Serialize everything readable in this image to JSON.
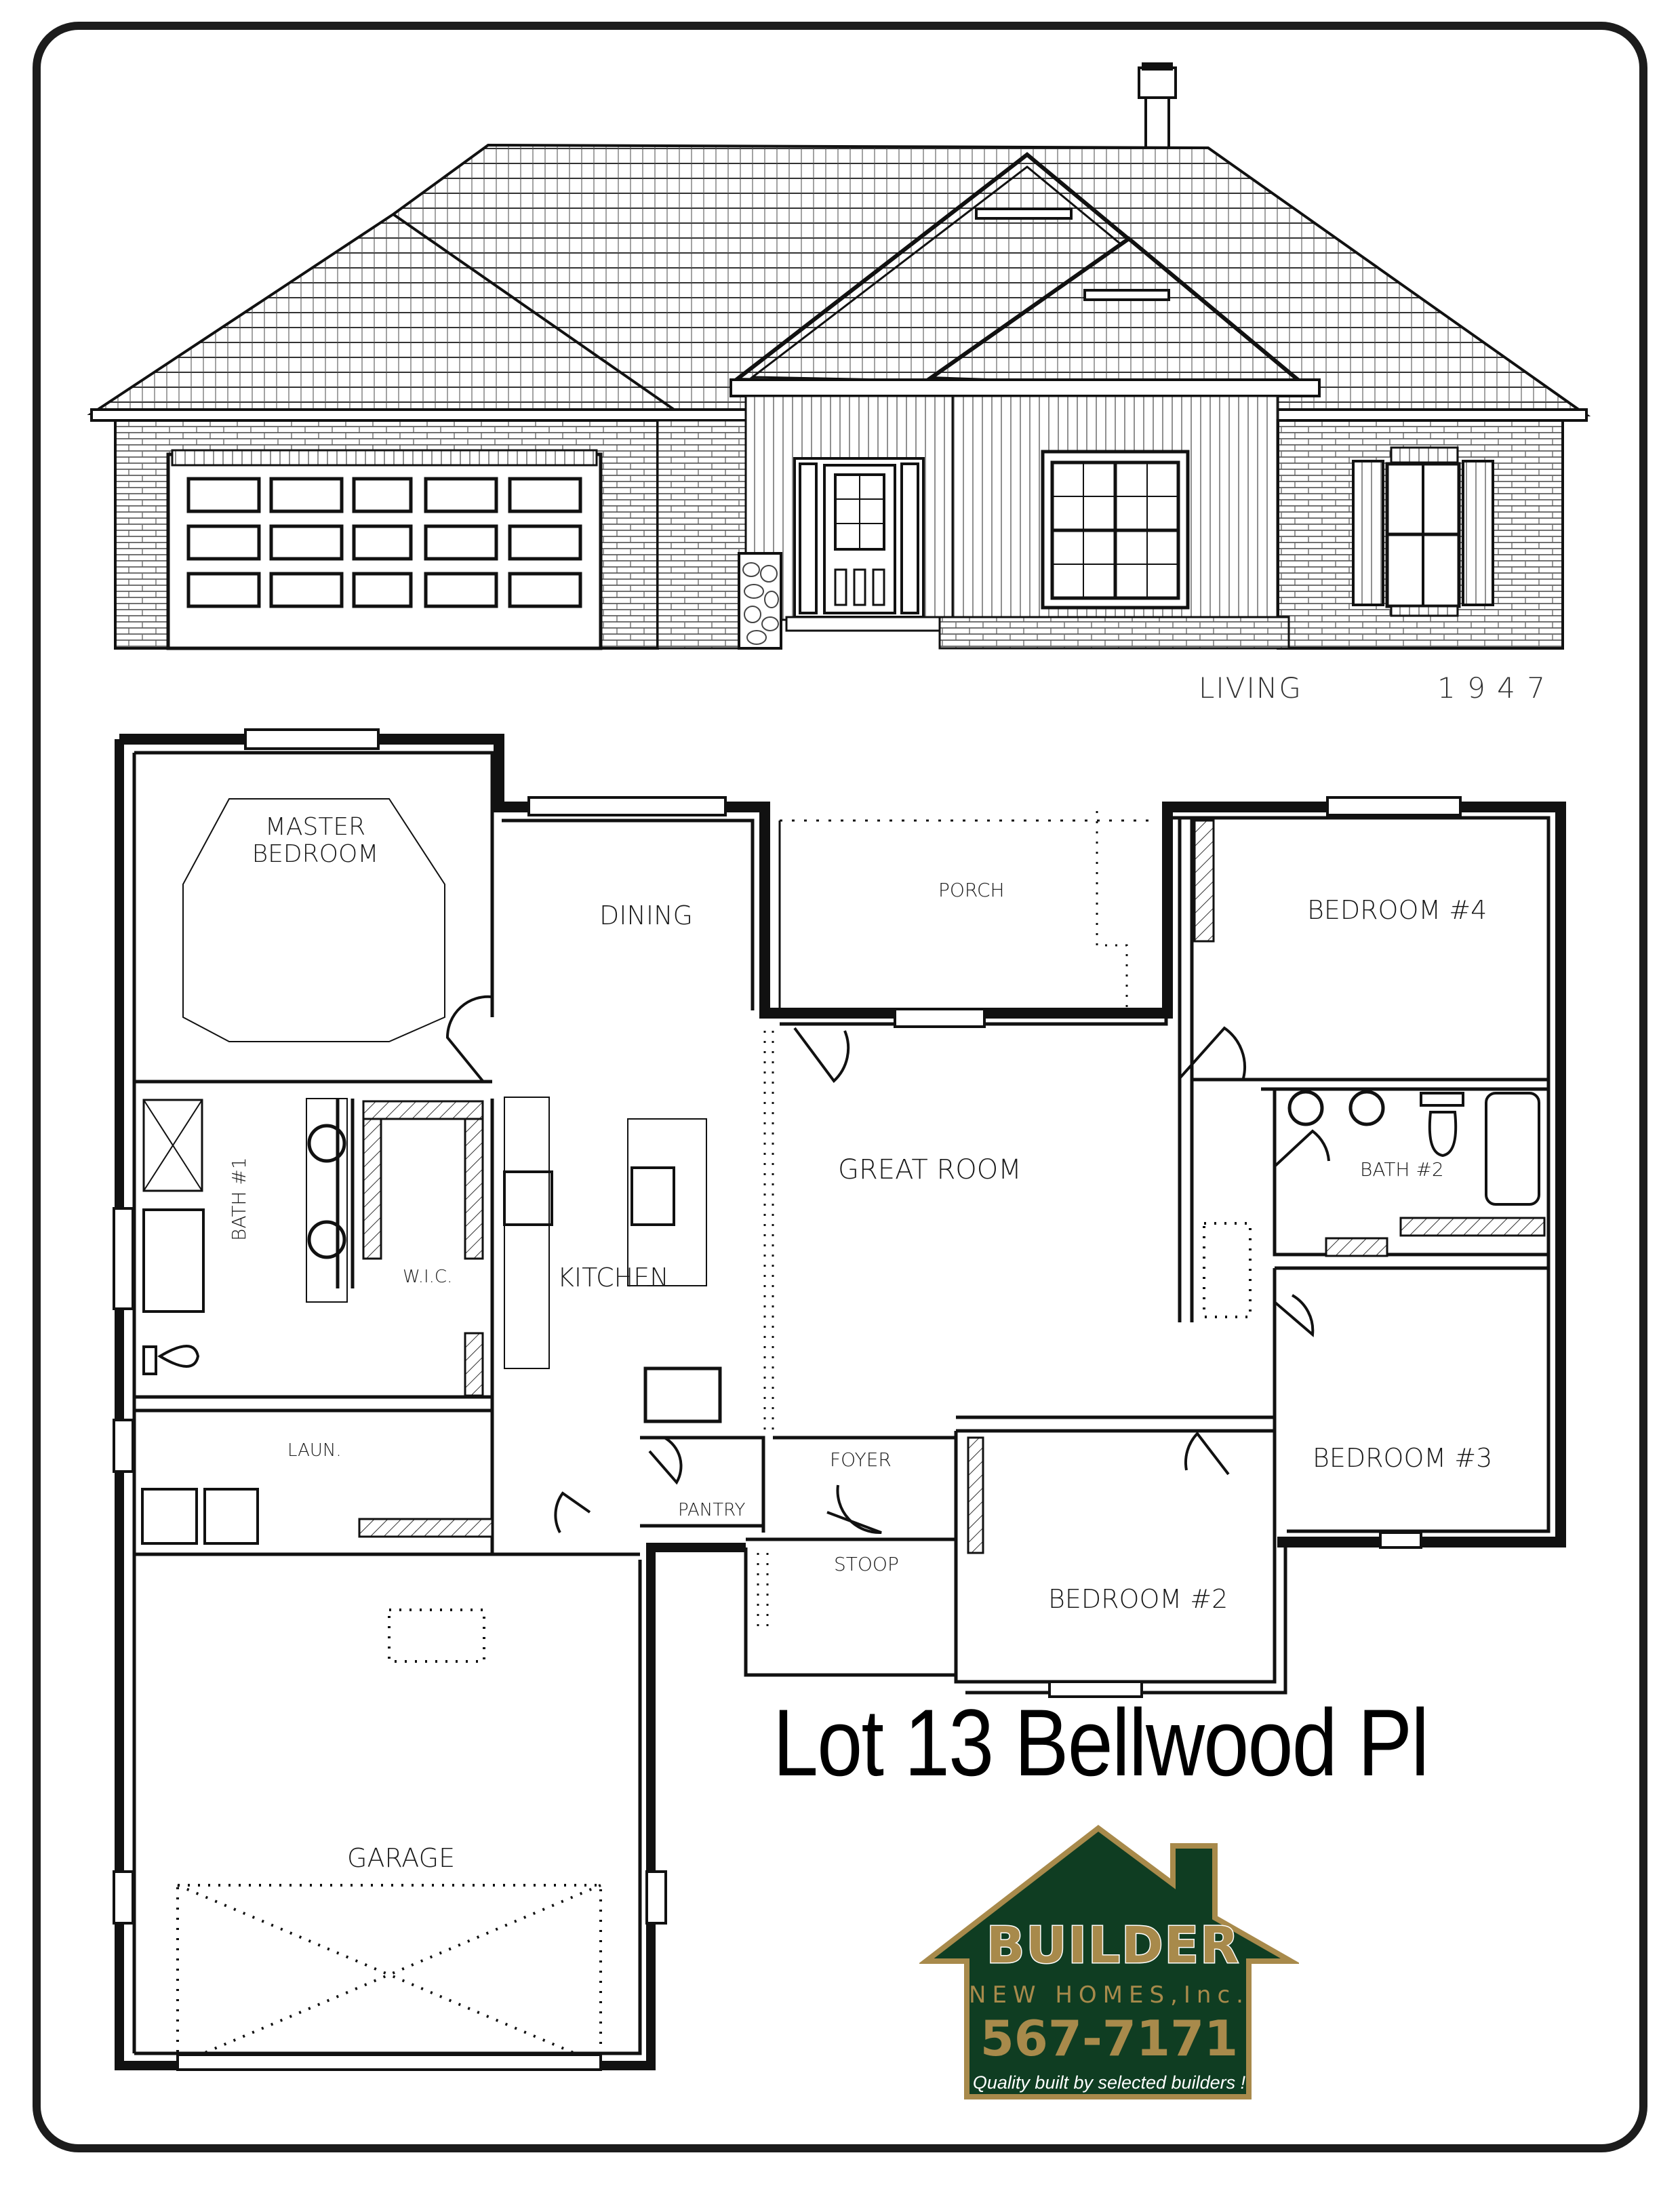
{
  "elevation": {
    "caption_label": "LIVING",
    "caption_value": "1 9 4 7"
  },
  "floor_plan": {
    "rooms": {
      "master_bedroom_line1": "MASTER",
      "master_bedroom_line2": "BEDROOM",
      "dining": "DINING",
      "porch": "PORCH",
      "bedroom4": "BEDROOM #4",
      "great_room": "GREAT ROOM",
      "bath2": "BATH #2",
      "bath1": "BATH #1",
      "wic": "W.I.C.",
      "kitchen": "KITCHEN",
      "laundry": "LAUN.",
      "pantry": "PANTRY",
      "foyer": "FOYER",
      "stoop": "STOOP",
      "bedroom3": "BEDROOM #3",
      "bedroom2": "BEDROOM #2",
      "garage": "GARAGE"
    }
  },
  "listing": {
    "title": "Lot 13 Bellwood Pl"
  },
  "logo": {
    "name": "BUILDER",
    "subtitle": "NEW HOMES,Inc.",
    "phone": "567-7171",
    "tagline": "Quality built by selected builders !",
    "colors": {
      "green": "#0f3d22",
      "gold": "#a88a4b",
      "white": "#ffffff"
    }
  }
}
